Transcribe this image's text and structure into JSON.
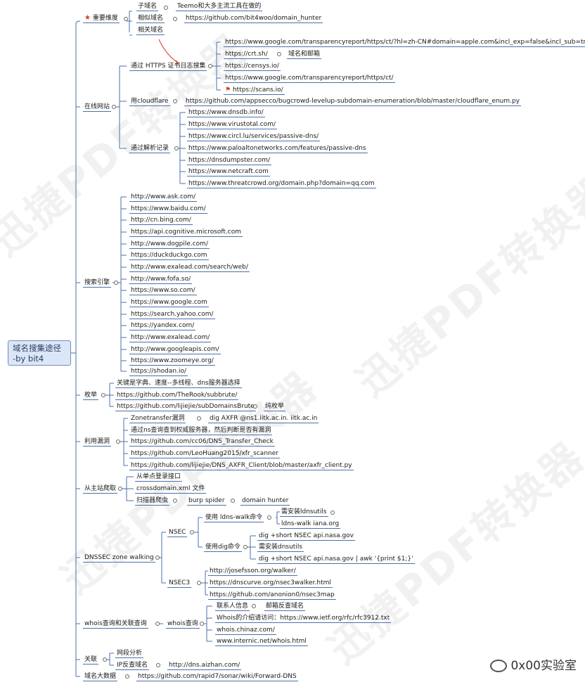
{
  "root": {
    "line1": "域名搜集途径",
    "line2": "-by bit4"
  },
  "branches": {
    "important": {
      "label": "重要维度",
      "children": [
        {
          "label": "子域名",
          "note": "Teemo和大多主流工具在做的"
        },
        {
          "label": "相似域名",
          "note": "https://github.com/bit4woo/domain_hunter"
        },
        {
          "label": "相关域名"
        }
      ]
    },
    "online": {
      "label": "在线网站",
      "https_log": {
        "label": "通过 HTTPS 证书日志搜集",
        "items": [
          "https://www.google.com/transparencyreport/https/ct/?hl=zh-CN#domain=apple.com&incl_exp=false&incl_sub=true",
          "https://crt.sh/",
          "https://censys.io/",
          "https://www.google.com/transparencyreport/https/ct/",
          "https://scans.io/"
        ],
        "crt_note": "域名和邮箱"
      },
      "cloudflare": {
        "label": "用cloudflare",
        "url": "https://github.com/appsecco/bugcrowd-levelup-subdomain-enumeration/blob/master/cloudflare_enum.py"
      },
      "dns_records": {
        "label": "通过解析记录",
        "items": [
          "https://www.dnsdb.info/",
          "https://www.virustotal.com/",
          "https://www.circl.lu/services/passive-dns/",
          "https://www.paloaltonetworks.com/features/passive-dns",
          "https://dnsdumpster.com/",
          "https://www.netcraft.com",
          "https://www.threatcrowd.org/domain.php?domain=qq.com"
        ]
      }
    },
    "search": {
      "label": "搜索引擎",
      "items": [
        "http://www.ask.com/",
        "https://www.baidu.com/",
        "http://cn.bing.com/",
        "https://api.cognitive.microsoft.com",
        "http://www.dogpile.com/",
        "https://duckduckgo.com",
        "http://www.exalead.com/search/web/",
        "http://www.fofa.so/",
        "https://www.so.com/",
        "https://www.google.com",
        "https://search.yahoo.com/",
        "https://yandex.com/",
        "http://www.exalead.com/",
        "http://www.googleapis.com/",
        "https://www.zoomeye.org/",
        "https://shodan.io/"
      ]
    },
    "brute": {
      "label": "枚举",
      "items": [
        "关键是字典、速度--多线程、dns服务器选择",
        "https://github.com/TheRook/subbrute/",
        "https://github.com/lijiejie/subDomainsBrute"
      ],
      "note": "纯枚举"
    },
    "vuln": {
      "label": "利用漏洞",
      "zone": "Zonetransfer漏洞",
      "zone_cmd": "dig AXFR @ns1.iitk.ac.in. iitk.ac.in",
      "items": [
        "通过ns查询查到权威服务器，然后判断是否有漏洞",
        "https://github.com/cc06/DNS_Transfer_Check",
        "https://github.com/LeoHuang2015/xfr_scanner",
        "https://github.com/lijiejie/DNS_AXFR_Client/blob/master/axfr_client.py"
      ]
    },
    "crawl": {
      "label": "从主站爬取",
      "items": [
        "从单点登录接口",
        "crossdomain.xml 文件",
        "扫描器爬虫"
      ],
      "tools": [
        "burp spider",
        "domain hunter"
      ]
    },
    "dnssec": {
      "label": "DNSSEC zone walking",
      "nsec": {
        "label": "NSEC",
        "ldns": {
          "label": "使用 ldns-walk命令",
          "items": [
            "需安装ldnsutils",
            "ldns-walk iana.org"
          ]
        },
        "dig": {
          "label": "使用dig命令",
          "items": [
            "dig +short NSEC api.nasa.gov",
            "需安装dnsutils",
            "dig +short NSEC api.nasa.gov | awk '{print $1;}'"
          ]
        }
      },
      "nsec3": {
        "label": "NSEC3",
        "items": [
          "http://josefsson.org/walker/",
          "https://dnscurve.org/nsec3walker.html",
          "https://github.com/anonion0/nsec3map"
        ]
      }
    },
    "whois": {
      "label": "whois查询和关联查询",
      "sub": "whois查询",
      "top_a": "联系人信息",
      "top_b": "邮箱反查域名",
      "items": [
        "Whois的介绍请访问：https://www.ietf.org/rfc/rfc3912.txt",
        "whois.chinaz.com/",
        "www.internic.net/whois.html"
      ]
    },
    "assoc": {
      "label": "关联",
      "items": [
        "网段分析",
        "IP反查域名"
      ],
      "ip_url": "http://dns.aizhan.com/"
    },
    "bigdata": {
      "label": "域名大数据",
      "url": "https://github.com/rapid7/sonar/wiki/Forward-DNS"
    }
  },
  "watermark": "迅捷PDF转换器",
  "brand": "0x00实验室",
  "colors": {
    "line": "#4a72a8",
    "root_bg": "#dbe6f6",
    "accent": "#d83b2a"
  }
}
